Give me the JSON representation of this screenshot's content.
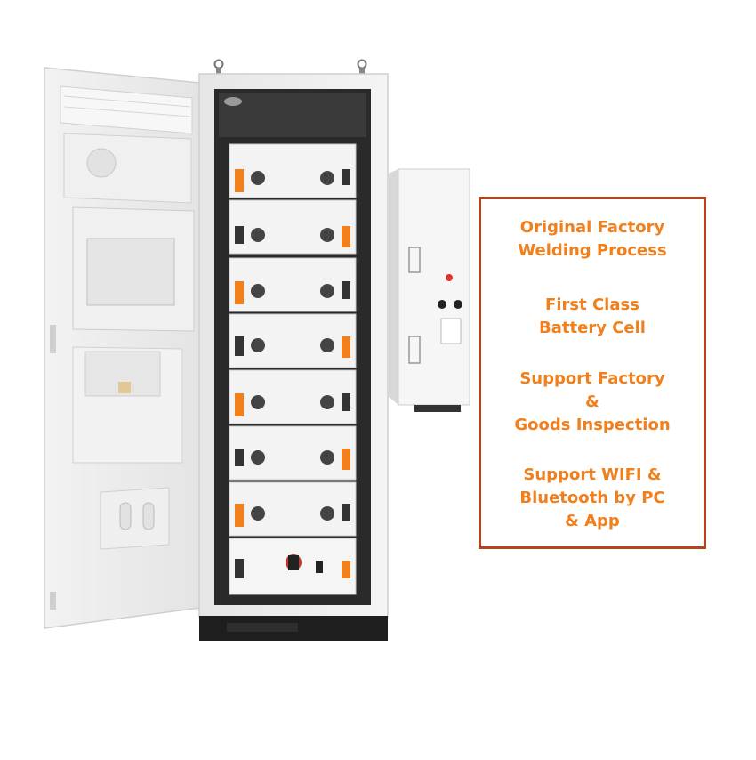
{
  "product": {
    "image_subject": "battery energy storage cabinet"
  },
  "features": [
    {
      "lines": [
        "Original Factory",
        "Welding Process"
      ]
    },
    {
      "lines": [
        "First Class",
        "Battery Cell"
      ]
    },
    {
      "lines": [
        "Support Factory",
        "&",
        "Goods Inspection"
      ]
    },
    {
      "lines": [
        "Support WIFI &",
        "Bluetooth by PC",
        "& App"
      ]
    }
  ],
  "colors": {
    "accent": "#f07f1c",
    "frame": "#b5431e",
    "cabinet": "#ececec"
  }
}
